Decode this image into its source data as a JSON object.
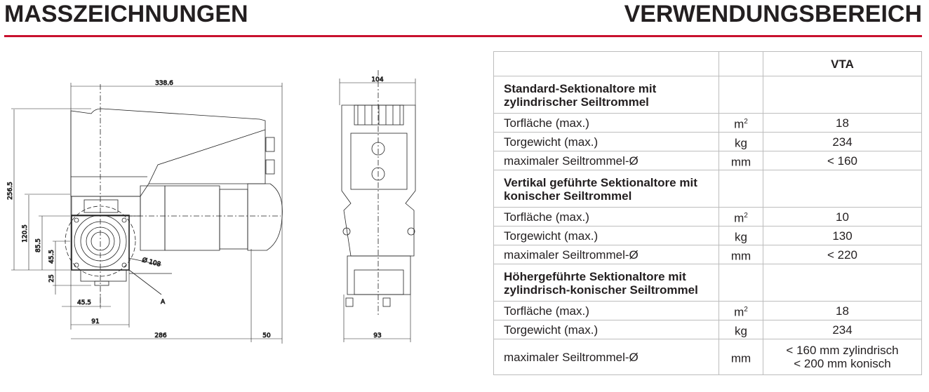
{
  "headings": {
    "left": "MASSZEICHNUNGEN",
    "right": "VERWENDUNGSBEREICH"
  },
  "drawing": {
    "side_view": {
      "width_total": "338.6",
      "height_total": "256.5",
      "h1": "120.5",
      "h2": "85.5",
      "h3": "45.5",
      "h4": "25",
      "w1": "45.5",
      "w2": "91",
      "w3": "286",
      "w4": "50",
      "diameter": "Ø 108",
      "marker": "A"
    },
    "front_view": {
      "width_top": "104",
      "width_bottom": "93"
    }
  },
  "table": {
    "header": {
      "model": "VTA"
    },
    "groups": [
      {
        "title": "Standard-Sektionaltore mit zylindrischer Seiltrommel",
        "rows": [
          {
            "label": "Torfläche (max.)",
            "unit": "m",
            "unit_sup": "2",
            "value": "18"
          },
          {
            "label": "Torgewicht (max.)",
            "unit": "kg",
            "unit_sup": "",
            "value": "234"
          },
          {
            "label": "maximaler Seiltrommel-Ø",
            "unit": "mm",
            "unit_sup": "",
            "value": "< 160"
          }
        ]
      },
      {
        "title": "Vertikal geführte Sektionaltore mit konischer Seiltrommel",
        "rows": [
          {
            "label": "Torfläche (max.)",
            "unit": "m",
            "unit_sup": "2",
            "value": "10"
          },
          {
            "label": "Torgewicht (max.)",
            "unit": "kg",
            "unit_sup": "",
            "value": "130"
          },
          {
            "label": "maximaler Seiltrommel-Ø",
            "unit": "mm",
            "unit_sup": "",
            "value": "< 220"
          }
        ]
      },
      {
        "title": "Höhergeführte Sektionaltore mit zylindrisch-konischer Seiltrommel",
        "rows": [
          {
            "label": "Torfläche (max.)",
            "unit": "m",
            "unit_sup": "2",
            "value": "18"
          },
          {
            "label": "Torgewicht (max.)",
            "unit": "kg",
            "unit_sup": "",
            "value": "234"
          },
          {
            "label": "maximaler Seiltrommel-Ø",
            "unit": "mm",
            "unit_sup": "",
            "value": "< 160 mm zylindrisch",
            "value2": "< 200 mm konisch"
          }
        ]
      }
    ]
  },
  "colors": {
    "accent": "#c8102e"
  }
}
